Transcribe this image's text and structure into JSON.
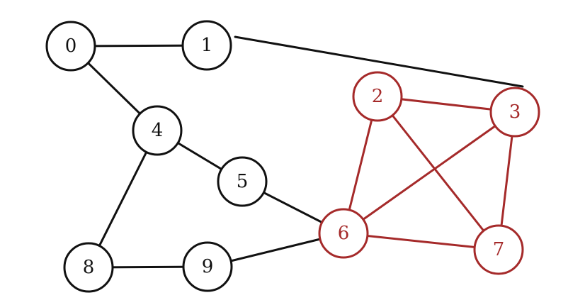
{
  "graph": {
    "colors": {
      "default": "#111111",
      "highlight": "#a52a2a"
    },
    "nodes": [
      {
        "id": "0",
        "label": "0",
        "highlight": false
      },
      {
        "id": "1",
        "label": "1",
        "highlight": false
      },
      {
        "id": "2",
        "label": "2",
        "highlight": true
      },
      {
        "id": "3",
        "label": "3",
        "highlight": true
      },
      {
        "id": "4",
        "label": "4",
        "highlight": false
      },
      {
        "id": "5",
        "label": "5",
        "highlight": false
      },
      {
        "id": "6",
        "label": "6",
        "highlight": true
      },
      {
        "id": "7",
        "label": "7",
        "highlight": true
      },
      {
        "id": "8",
        "label": "8",
        "highlight": false
      },
      {
        "id": "9",
        "label": "9",
        "highlight": false
      }
    ],
    "edges": [
      {
        "from": "0",
        "to": "1",
        "highlight": false
      },
      {
        "from": "0",
        "to": "4",
        "highlight": false
      },
      {
        "from": "1",
        "to": "3",
        "highlight": false
      },
      {
        "from": "4",
        "to": "5",
        "highlight": false
      },
      {
        "from": "4",
        "to": "8",
        "highlight": false
      },
      {
        "from": "5",
        "to": "6",
        "highlight": false
      },
      {
        "from": "8",
        "to": "9",
        "highlight": false
      },
      {
        "from": "9",
        "to": "6",
        "highlight": false
      },
      {
        "from": "2",
        "to": "3",
        "highlight": true
      },
      {
        "from": "2",
        "to": "6",
        "highlight": true
      },
      {
        "from": "2",
        "to": "7",
        "highlight": true
      },
      {
        "from": "3",
        "to": "6",
        "highlight": true
      },
      {
        "from": "3",
        "to": "7",
        "highlight": true
      },
      {
        "from": "6",
        "to": "7",
        "highlight": true
      }
    ]
  }
}
